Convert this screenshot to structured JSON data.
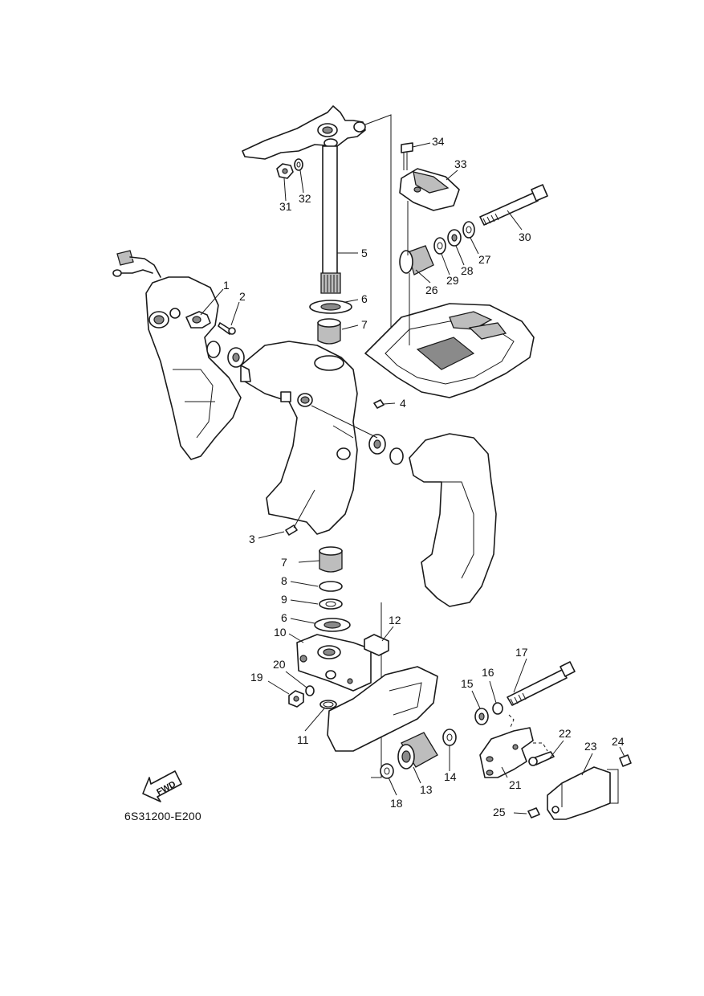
{
  "diagram_code": "6S31200-E200",
  "fwd_label": "FWD",
  "callouts": [
    "1",
    "2",
    "3",
    "4",
    "5",
    "6",
    "7",
    "8",
    "9",
    "6",
    "7",
    "10",
    "11",
    "12",
    "13",
    "14",
    "15",
    "16",
    "17",
    "18",
    "19",
    "20",
    "21",
    "22",
    "23",
    "24",
    "25",
    "26",
    "27",
    "28",
    "29",
    "30",
    "31",
    "32",
    "33",
    "34"
  ]
}
